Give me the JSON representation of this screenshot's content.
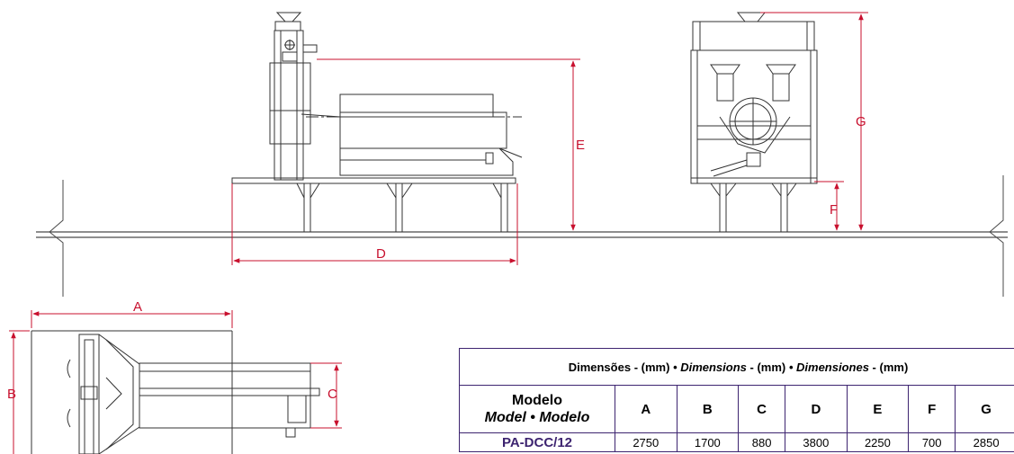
{
  "dimension_labels": {
    "A": "A",
    "B": "B",
    "C": "C",
    "D": "D",
    "E": "E",
    "F": "F",
    "G": "G"
  },
  "colors": {
    "dimension_lines": "#c8102e",
    "table_border": "#3d2470",
    "model_text": "#3d2470"
  },
  "table": {
    "title": {
      "dim_pt": "Dimensões",
      "sep1": " - ",
      "unit1": "(mm)",
      "bullet1": " • ",
      "dim_en": "Dimensions",
      "sep2": " - ",
      "unit2": "(mm)",
      "bullet2": " • ",
      "dim_es": "Dimensiones",
      "sep3": " - ",
      "unit3": "(mm)"
    },
    "model_header": {
      "line1": "Modelo",
      "line2": "Model • Modelo"
    },
    "columns": [
      "A",
      "B",
      "C",
      "D",
      "E",
      "F",
      "G"
    ],
    "rows": [
      {
        "model": "PA-DCC/12",
        "values": [
          "2750",
          "1700",
          "880",
          "3800",
          "2250",
          "700",
          "2850"
        ]
      }
    ]
  }
}
